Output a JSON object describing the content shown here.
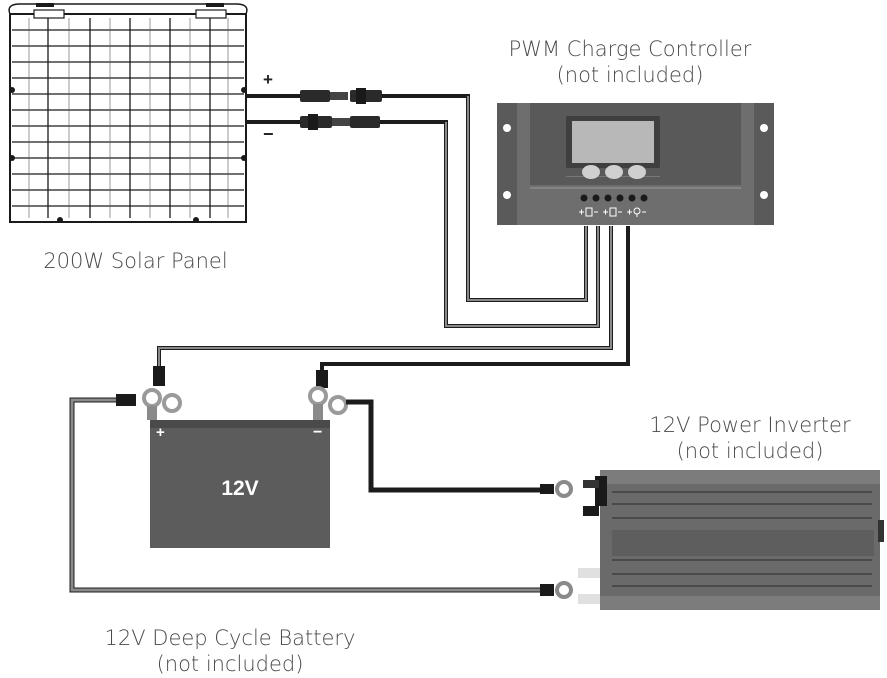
{
  "labels": {
    "solar_panel": "200W Solar Panel",
    "controller_line1": "PWM Charge Controller",
    "controller_line2": "(not included)",
    "inverter_line1": "12V Power Inverter",
    "inverter_line2": "(not included)",
    "battery_line1": "12V Deep Cycle Battery",
    "battery_line2": "(not included)"
  },
  "symbols": {
    "panel_plus": "+",
    "panel_minus": "−",
    "battery_plus": "+",
    "battery_minus": "−",
    "battery_voltage": "12V"
  },
  "colors": {
    "wire_gray": "#8a8a8a",
    "wire_black": "#1c1c1c",
    "battery_body": "#5c5c5c",
    "controller_body": "#6e6e6e",
    "inverter_body": "#6a6a6a",
    "text": "#4a4a4a"
  }
}
